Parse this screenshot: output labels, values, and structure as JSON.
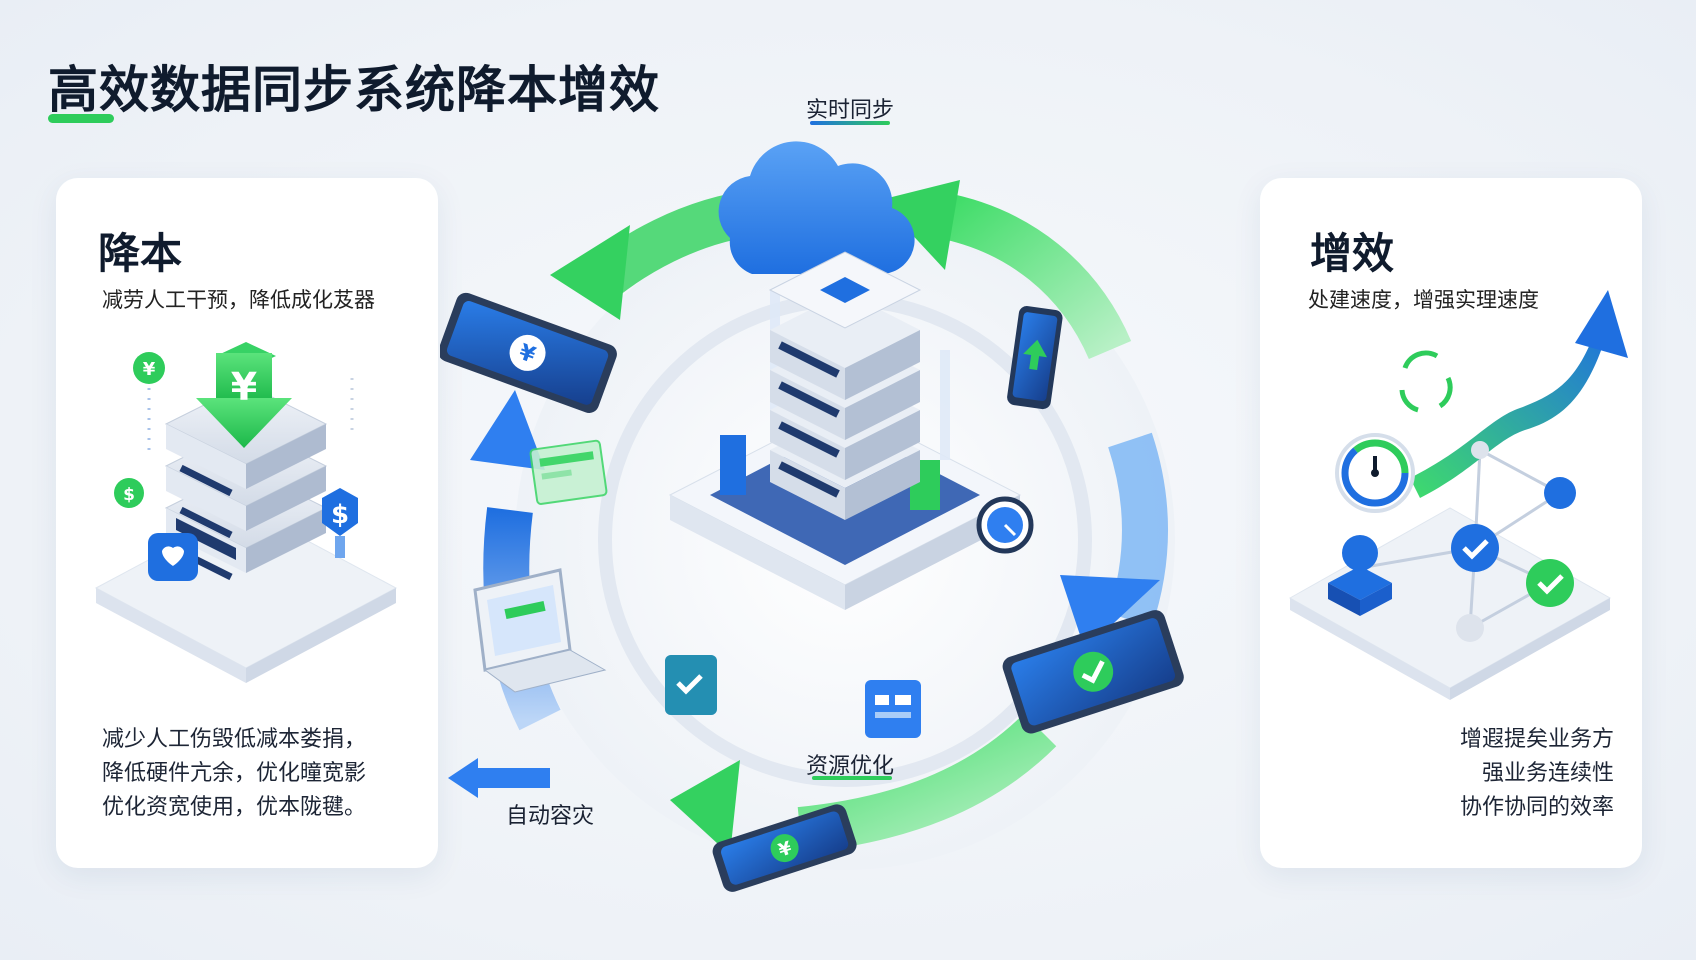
{
  "title": "高效数据同步系统降本增效",
  "colors": {
    "accent_green": "#2ecc5b",
    "accent_blue": "#1f6fe0",
    "text_dark": "#0f1b2d"
  },
  "left_card": {
    "heading": "降本",
    "subtitle": "减劳人工干预，降低成化芨器",
    "lines": [
      "减少人工伤毁低减本娄捐，",
      "降低硬件亢余，优化曈宽影",
      "优化资宽使用，优本陇毽。"
    ]
  },
  "right_card": {
    "heading": "增效",
    "subtitle": "处建速度，增强实理速度",
    "lines": [
      "增遐提矣业务方",
      "强业务连续性",
      "协作协同的效率"
    ]
  },
  "cycle_labels": {
    "top": "实时同步",
    "bottom": "资源优化",
    "left": "自动容灾"
  },
  "icons": {
    "left_illustration": [
      "yuan-icon",
      "server-icon",
      "dollar-icon",
      "heart-icon"
    ],
    "right_illustration": [
      "clock-icon",
      "trend-arrow-icon",
      "check-icon",
      "user-icon"
    ],
    "center": [
      "cloud-icon",
      "server-rack-icon",
      "tablet-icon",
      "phone-icon",
      "laptop-icon",
      "check-icon"
    ]
  }
}
